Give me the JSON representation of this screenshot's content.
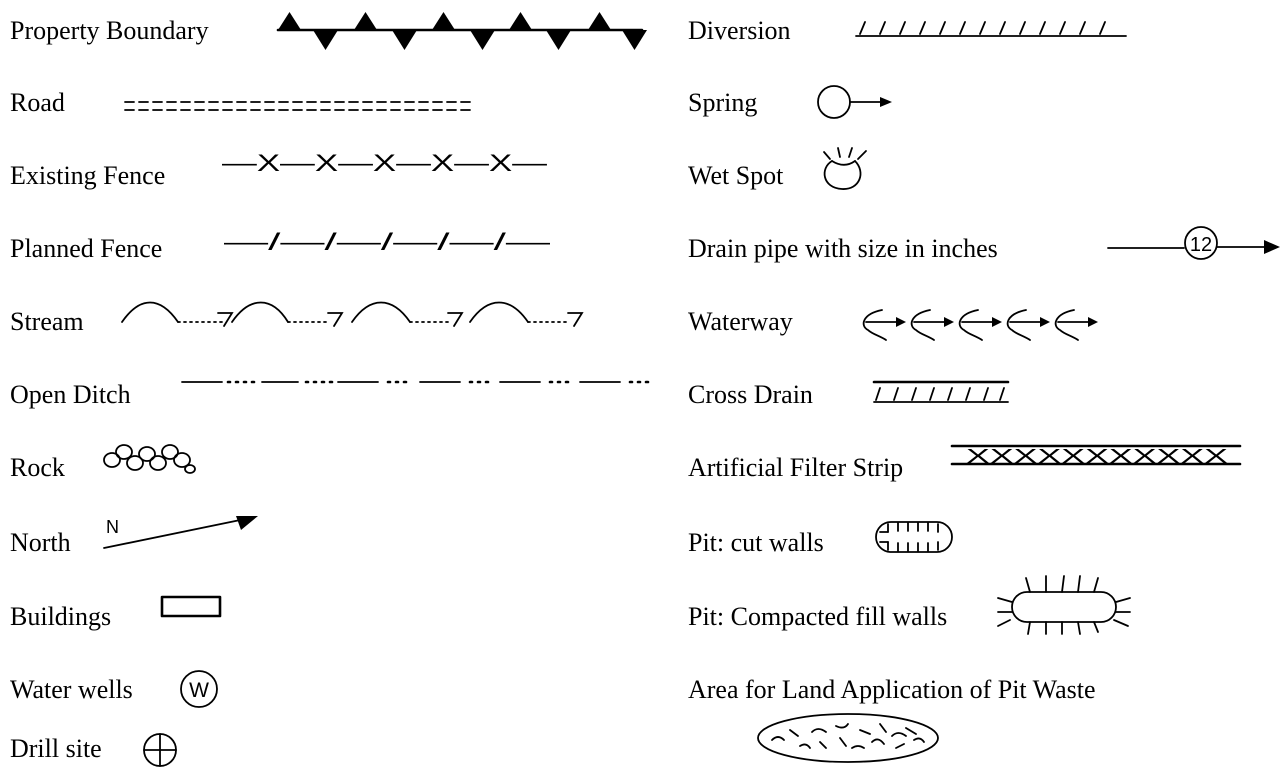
{
  "legend": {
    "left": [
      {
        "label": "Property Boundary",
        "icon": "property-boundary-icon"
      },
      {
        "label": "Road",
        "icon": "road-icon"
      },
      {
        "label": "Existing Fence",
        "icon": "existing-fence-icon"
      },
      {
        "label": "Planned Fence",
        "icon": "planned-fence-icon"
      },
      {
        "label": "Stream",
        "icon": "stream-icon"
      },
      {
        "label": "Open Ditch",
        "icon": "open-ditch-icon"
      },
      {
        "label": "Rock",
        "icon": "rock-icon"
      },
      {
        "label": "North",
        "icon": "north-arrow-icon"
      },
      {
        "label": "Buildings",
        "icon": "building-icon"
      },
      {
        "label": "Water wells",
        "icon": "water-well-icon"
      },
      {
        "label": "Drill site",
        "icon": "drill-site-icon"
      }
    ],
    "right": [
      {
        "label": "Diversion",
        "icon": "diversion-icon"
      },
      {
        "label": "Spring",
        "icon": "spring-icon"
      },
      {
        "label": "Wet Spot",
        "icon": "wet-spot-icon"
      },
      {
        "label": "Drain pipe with size in inches",
        "icon": "drain-pipe-icon"
      },
      {
        "label": "Waterway",
        "icon": "waterway-icon"
      },
      {
        "label": "Cross Drain",
        "icon": "cross-drain-icon"
      },
      {
        "label": "Artificial Filter Strip",
        "icon": "filter-strip-icon"
      },
      {
        "label": "Pit: cut walls",
        "icon": "pit-cut-walls-icon"
      },
      {
        "label": "Pit: Compacted fill walls",
        "icon": "pit-fill-walls-icon"
      },
      {
        "label": "Area for Land Application of Pit Waste",
        "icon": "land-application-area-icon"
      }
    ]
  },
  "symbol_text": {
    "existing_fence": "—X—X—X—X—X—",
    "planned_fence": "—/—/—/—/—/—",
    "north_letter": "N",
    "water_well_letter": "W",
    "drain_pipe_size": "12",
    "filter_strip_marks": "XXXXXXXXXXX"
  }
}
